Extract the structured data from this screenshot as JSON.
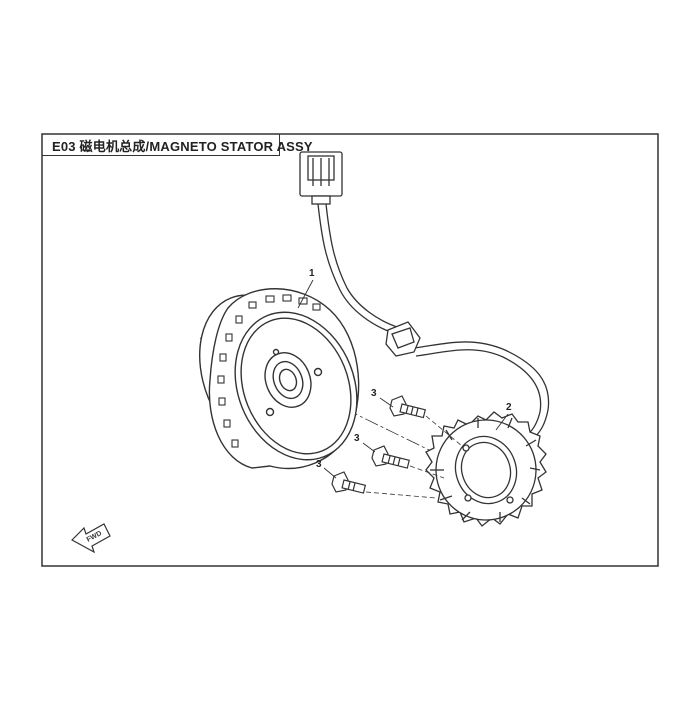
{
  "diagram": {
    "title": "E03 磁电机总成/MAGNETO STATOR ASSY",
    "callouts": [
      {
        "id": "1",
        "label": "1"
      },
      {
        "id": "2",
        "label": "2"
      },
      {
        "id": "3a",
        "label": "3"
      },
      {
        "id": "3b",
        "label": "3"
      },
      {
        "id": "3c",
        "label": "3"
      }
    ],
    "fwd_label": "FWD"
  }
}
